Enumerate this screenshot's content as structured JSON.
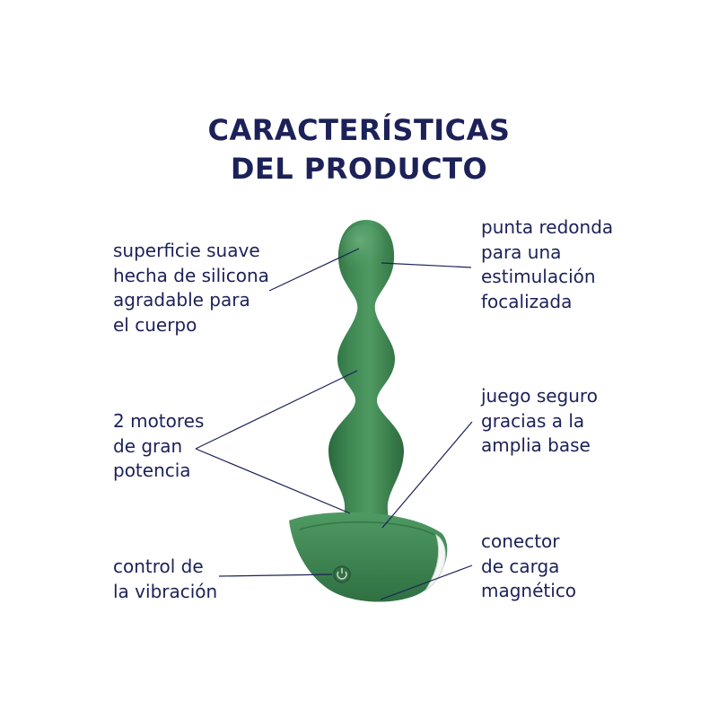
{
  "title": {
    "line1": "CARACTERÍSTICAS",
    "line2": "DEL PRODUCTO"
  },
  "features": {
    "surface": [
      "superficie suave",
      "hecha de silicona",
      "agradable para",
      "el cuerpo"
    ],
    "tip": [
      "punta redonda",
      "para una",
      "estimulación",
      "focalizada"
    ],
    "motors": [
      "2 motores",
      "de gran",
      "potencia"
    ],
    "base": [
      "juego seguro",
      "gracias a la",
      "amplia base"
    ],
    "control": [
      "control de",
      "la vibración"
    ],
    "charger": [
      "conector",
      "de carga",
      "magnético"
    ]
  },
  "colors": {
    "text": "#1c2158",
    "product": "#3f8753",
    "background": "#ffffff"
  }
}
